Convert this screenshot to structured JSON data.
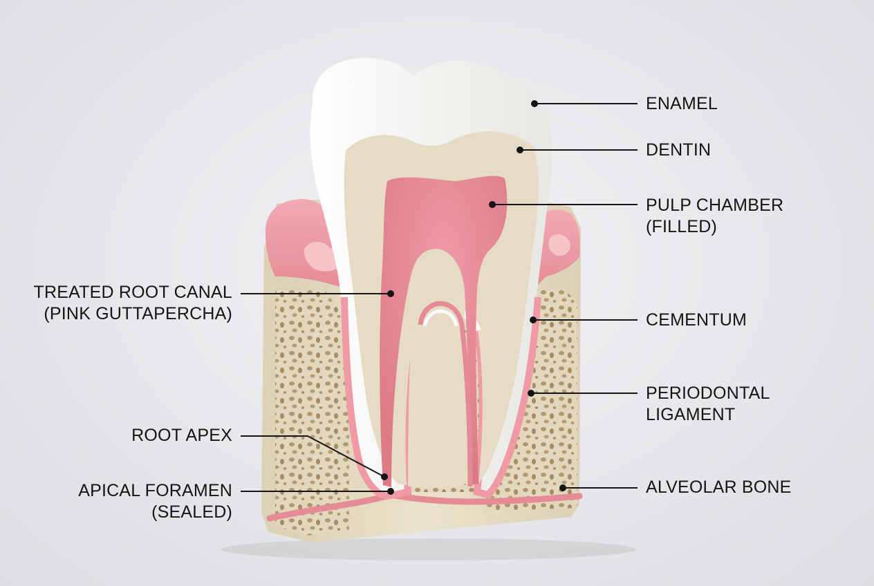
{
  "labels": {
    "enamel": "ENAMEL",
    "dentin": "DENTIN",
    "pulp_chamber": "PULP CHAMBER\n(FILLED)",
    "cementum": "CEMENTUM",
    "periodontal_ligament": "PERIODONTAL\nLIGAMENT",
    "alveolar_bone": "ALVEOLAR BONE",
    "treated_root_canal": "TREATED ROOT CANAL\n(PINK GUTTAPERCHA)",
    "root_apex": "ROOT APEX",
    "apical_foramen": "APICAL FORAMEN\n(SEALED)"
  },
  "colors": {
    "background": "#e8e9eb",
    "enamel": "#f6f6f4",
    "dentin": "#e6dcc6",
    "pulp": "#e58a97",
    "gum": "#ef9aa5",
    "bone": "#e5dbc2",
    "bone_pores": "#a88d62",
    "label_text": "#141414",
    "leader_line": "#141414"
  }
}
